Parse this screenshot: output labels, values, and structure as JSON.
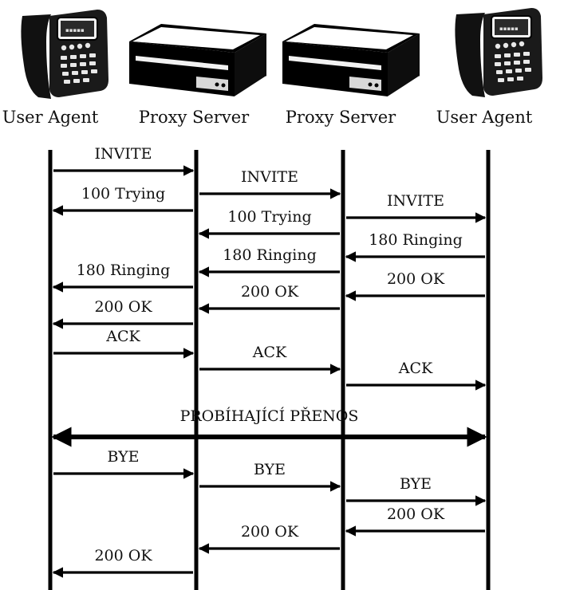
{
  "devices": [
    {
      "label": "User Agent",
      "icon": "phone-icon"
    },
    {
      "label": "Proxy Server",
      "icon": "server-icon"
    },
    {
      "label": "Proxy Server",
      "icon": "server-icon"
    },
    {
      "label": "User Agent",
      "icon": "phone-icon"
    }
  ],
  "messages": [
    {
      "label": "INVITE",
      "from": 0,
      "to": 1
    },
    {
      "label": "100 Trying",
      "from": 1,
      "to": 0
    },
    {
      "label": "INVITE",
      "from": 1,
      "to": 2
    },
    {
      "label": "100 Trying",
      "from": 2,
      "to": 1
    },
    {
      "label": "INVITE",
      "from": 2,
      "to": 3
    },
    {
      "label": "180 Ringing",
      "from": 3,
      "to": 2
    },
    {
      "label": "180 Ringing",
      "from": 2,
      "to": 1
    },
    {
      "label": "200 OK",
      "from": 3,
      "to": 2
    },
    {
      "label": "180 Ringing",
      "from": 1,
      "to": 0
    },
    {
      "label": "200 OK",
      "from": 2,
      "to": 1
    },
    {
      "label": "200 OK",
      "from": 1,
      "to": 0
    },
    {
      "label": "ACK",
      "from": 0,
      "to": 1
    },
    {
      "label": "ACK",
      "from": 1,
      "to": 2
    },
    {
      "label": "ACK",
      "from": 2,
      "to": 3
    },
    {
      "label": "PROBÍHAJÍCÍ PŘENOS",
      "from": 0,
      "to": 3,
      "bidirectional": true
    },
    {
      "label": "BYE",
      "from": 0,
      "to": 1
    },
    {
      "label": "BYE",
      "from": 1,
      "to": 2
    },
    {
      "label": "BYE",
      "from": 2,
      "to": 3
    },
    {
      "label": "200 OK",
      "from": 3,
      "to": 2
    },
    {
      "label": "200 OK",
      "from": 2,
      "to": 1
    },
    {
      "label": "200 OK",
      "from": 1,
      "to": 0
    }
  ],
  "colors": {
    "line": "#000000",
    "background": "#ffffff"
  }
}
